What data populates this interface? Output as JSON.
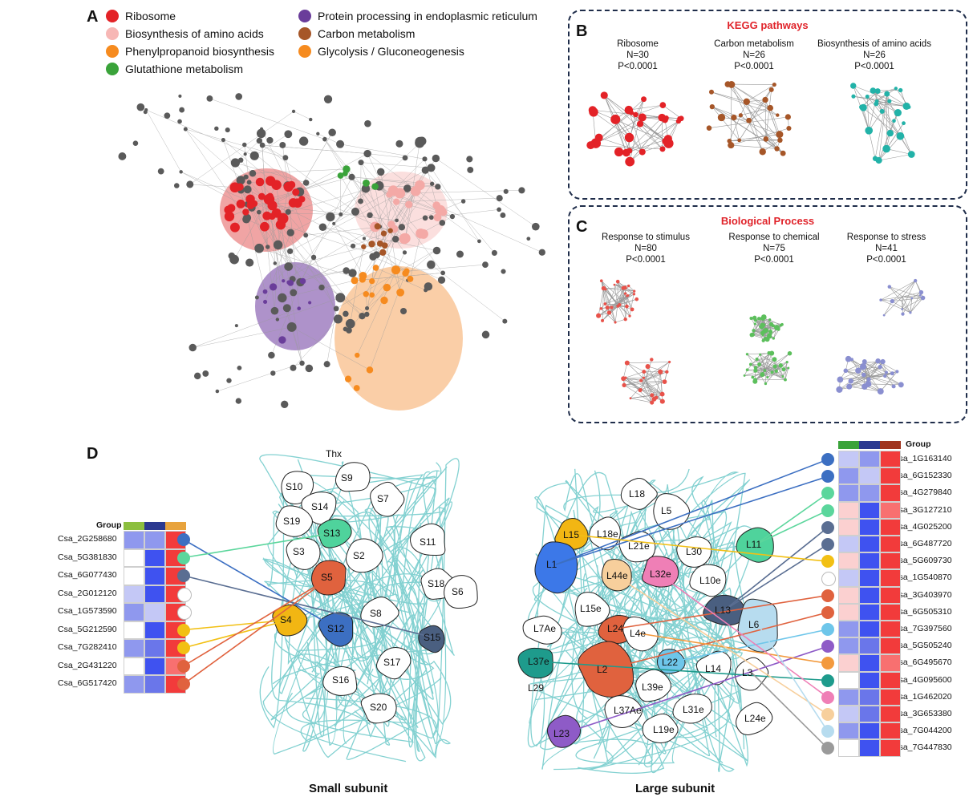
{
  "panel_letters": {
    "a": "A",
    "b": "B",
    "c": "C",
    "d": "D"
  },
  "legend": [
    {
      "label": "Ribosome",
      "color": "#e32227"
    },
    {
      "label": "Biosynthesis of amino acids",
      "color": "#f7b7b5"
    },
    {
      "label": "Phenylpropanoid biosynthesis",
      "color": "#f68b1f"
    },
    {
      "label": "Glutathione metabolism",
      "color": "#3aa33a"
    },
    {
      "label": "Protein processing in endoplasmic reticulum",
      "color": "#6a3d9a"
    },
    {
      "label": "Carbon metabolism",
      "color": "#a65628"
    },
    {
      "label": "Glycolysis / Gluconeogenesis",
      "color": "#f68b1f"
    }
  ],
  "kegg": {
    "title": "KEGG pathways",
    "items": [
      {
        "name": "Ribosome",
        "n": "N=30",
        "p": "P<0.0001",
        "color": "#e32227"
      },
      {
        "name": "Carbon metabolism",
        "n": "N=26",
        "p": "P<0.0001",
        "color": "#a65628"
      },
      {
        "name": "Biosynthesis of amino acids",
        "n": "N=26",
        "p": "P<0.0001",
        "color": "#22b2a8"
      }
    ]
  },
  "bio": {
    "title": "Biological Process",
    "items": [
      {
        "name": "Response to stimulus",
        "n": "N=80",
        "p": "P<0.0001",
        "color": "#e8524a"
      },
      {
        "name": "Response to chemical",
        "n": "N=75",
        "p": "P<0.0001",
        "color": "#5cbf5c"
      },
      {
        "name": "Response to stress",
        "n": "N=41",
        "p": "P<0.0001",
        "color": "#8a8fd0"
      }
    ]
  },
  "small": {
    "label": "Small subunit",
    "group_label": "Group",
    "group_colors": [
      "#8cbf3f",
      "#2b3990",
      "#e8a33d"
    ],
    "genes": [
      {
        "id": "Csa_2G258680",
        "dot": "#3c6fc2",
        "cells": [
          "#8f98ee",
          "#8f98ee",
          "#f23b3b"
        ]
      },
      {
        "id": "Csa_5G381830",
        "dot": "#5bd69c",
        "cells": [
          "#ffffff",
          "#3f52f0",
          "#f23b3b"
        ]
      },
      {
        "id": "Csa_6G077430",
        "dot": "#5a6e92",
        "cells": [
          "#ffffff",
          "#3f52f0",
          "#f23b3b"
        ]
      },
      {
        "id": "Csa_2G012120",
        "dot": "#ffffff",
        "cells": [
          "#c4c8f6",
          "#3f52f0",
          "#f23b3b"
        ]
      },
      {
        "id": "Csa_1G573590",
        "dot": "#ffffff",
        "cells": [
          "#8f98ee",
          "#c4c8f6",
          "#f23b3b"
        ]
      },
      {
        "id": "Csa_5G212590",
        "dot": "#f2c014",
        "cells": [
          "#ffffff",
          "#3f52f0",
          "#f23b3b"
        ]
      },
      {
        "id": "Csa_7G282410",
        "dot": "#f2c014",
        "cells": [
          "#8f98ee",
          "#6a76ea",
          "#f23b3b"
        ]
      },
      {
        "id": "Csa_2G431220",
        "dot": "#e0623e",
        "cells": [
          "#ffffff",
          "#3f52f0",
          "#f87070"
        ]
      },
      {
        "id": "Csa_6G517420",
        "dot": "#e0623e",
        "cells": [
          "#8f98ee",
          "#6a76ea",
          "#f23b3b"
        ]
      }
    ],
    "proteins": [
      "Thx",
      "S10",
      "S9",
      "S7",
      "S14",
      "S19",
      "S13",
      "S3",
      "S2",
      "S11",
      "S18",
      "S6",
      "S5",
      "S4",
      "S12",
      "S8",
      "S15",
      "S17",
      "S16",
      "S20"
    ]
  },
  "large": {
    "label": "Large subunit",
    "group_label": "Group",
    "group_colors": [
      "#3aa33a",
      "#2b3990",
      "#a0341f"
    ],
    "genes": [
      {
        "id": "Csa_1G163140",
        "dot": "#3c6fc2",
        "cells": [
          "#c4c8f6",
          "#8f98ee",
          "#f23b3b"
        ]
      },
      {
        "id": "Csa_6G152330",
        "dot": "#3c6fc2",
        "cells": [
          "#8f98ee",
          "#c4c8f6",
          "#f23b3b"
        ]
      },
      {
        "id": "Csa_4G279840",
        "dot": "#5bd69c",
        "cells": [
          "#8f98ee",
          "#8f98ee",
          "#f23b3b"
        ]
      },
      {
        "id": "Csa_3G127210",
        "dot": "#5bd69c",
        "cells": [
          "#fbd0d0",
          "#3f52f0",
          "#f87070"
        ]
      },
      {
        "id": "Csa_4G025200",
        "dot": "#5a6e92",
        "cells": [
          "#fbd0d0",
          "#3f52f0",
          "#f23b3b"
        ]
      },
      {
        "id": "Csa_6G487720",
        "dot": "#5a6e92",
        "cells": [
          "#c4c8f6",
          "#3f52f0",
          "#f23b3b"
        ]
      },
      {
        "id": "Csa_5G609730",
        "dot": "#f2c014",
        "cells": [
          "#fbd0d0",
          "#3f52f0",
          "#f23b3b"
        ]
      },
      {
        "id": "Csa_1G540870",
        "dot": "#ffffff",
        "cells": [
          "#c4c8f6",
          "#3f52f0",
          "#f23b3b"
        ]
      },
      {
        "id": "Csa_3G403970",
        "dot": "#e0623e",
        "cells": [
          "#fbd0d0",
          "#3f52f0",
          "#f23b3b"
        ]
      },
      {
        "id": "Csa_6G505310",
        "dot": "#e0623e",
        "cells": [
          "#fbd0d0",
          "#3f52f0",
          "#f23b3b"
        ]
      },
      {
        "id": "Csa_7G397560",
        "dot": "#6ec6ea",
        "cells": [
          "#8f98ee",
          "#3f52f0",
          "#f23b3b"
        ]
      },
      {
        "id": "Csa_5G505240",
        "dot": "#8e5bc7",
        "cells": [
          "#8f98ee",
          "#6a76ea",
          "#f23b3b"
        ]
      },
      {
        "id": "Csa_6G495670",
        "dot": "#f39a3e",
        "cells": [
          "#fbd0d0",
          "#3f52f0",
          "#f87070"
        ]
      },
      {
        "id": "Csa_4G095600",
        "dot": "#1e9b8c",
        "cells": [
          "#ffffff",
          "#3f52f0",
          "#f23b3b"
        ]
      },
      {
        "id": "Csa_1G462020",
        "dot": "#ef7fb6",
        "cells": [
          "#8f98ee",
          "#6a76ea",
          "#f23b3b"
        ]
      },
      {
        "id": "Csa_3G653380",
        "dot": "#f7cf9c",
        "cells": [
          "#c4c8f6",
          "#6a76ea",
          "#f23b3b"
        ]
      },
      {
        "id": "Csa_7G044200",
        "dot": "#b7dcef",
        "cells": [
          "#8f98ee",
          "#3f52f0",
          "#f23b3b"
        ]
      },
      {
        "id": "Csa_7G447830",
        "dot": "#9a9a9a",
        "cells": [
          "#ffffff",
          "#3f52f0",
          "#f23b3b"
        ]
      }
    ],
    "proteins": [
      "L18",
      "L5",
      "L15",
      "L18e",
      "L21e",
      "L30",
      "L1",
      "L11",
      "L10e",
      "L32e",
      "L44e",
      "L15e",
      "L13",
      "L6",
      "L7Ae",
      "L24",
      "L4e",
      "L22",
      "L14",
      "L3",
      "L37e",
      "L2",
      "L29",
      "L39e",
      "L31e",
      "L37Ae",
      "L24e",
      "L23",
      "L19e"
    ]
  }
}
